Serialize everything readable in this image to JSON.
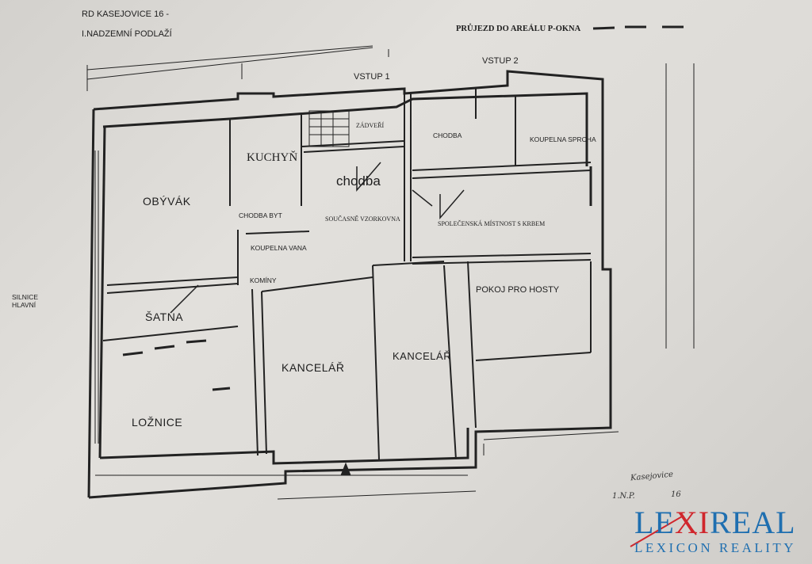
{
  "header": {
    "title_line1": "RD KASEJOVICE 16 -",
    "title_line2": "I.NADZEMNÍ PODLAŽÍ",
    "passage_legend": "PRŮJEZD DO AREÁLU P-OKNA"
  },
  "entrances": {
    "entrance1": "VSTUP 1",
    "entrance2": "VSTUP 2"
  },
  "road_label": {
    "line1": "SILNICE",
    "line2": "HLAVNÍ"
  },
  "rooms": {
    "obyvak": "OBÝVÁK",
    "kuchyn": "KUCHYŇ",
    "chodba_main": "chodba",
    "soucasne_vzorkovna": "SOUČASNĚ VZORKOVNA",
    "zadveri": "ZÁDVEŘÍ",
    "chodba_upper": "CHODBA",
    "koupelna_sprcha": "KOUPELNA SPRCHA",
    "spolecenska": "SPOLEČENSKÁ MÍSTNOST S KRBEM",
    "chodba_byt": "CHODBA BYT",
    "koupelna_vana": "KOUPELNA VANA",
    "kominy": "KOMÍNY",
    "satna": "ŠATNA",
    "pokoj_pro_hosty": "POKOJ PRO HOSTY",
    "kancelar_left": "KANCELÁŘ",
    "kancelar_right": "KANCELÁŘ",
    "loznice": "LOŽNICE"
  },
  "handwritten": {
    "place": "Kasejovice",
    "floor": "1.N.P.",
    "number": "16"
  },
  "logo": {
    "main_prefix": "LE",
    "main_x": "XI",
    "main_suffix": "REAL",
    "subtitle": "LEXICON REALITY"
  },
  "colors": {
    "brand_blue": "#1f6fb0",
    "brand_red": "#d0262c"
  }
}
